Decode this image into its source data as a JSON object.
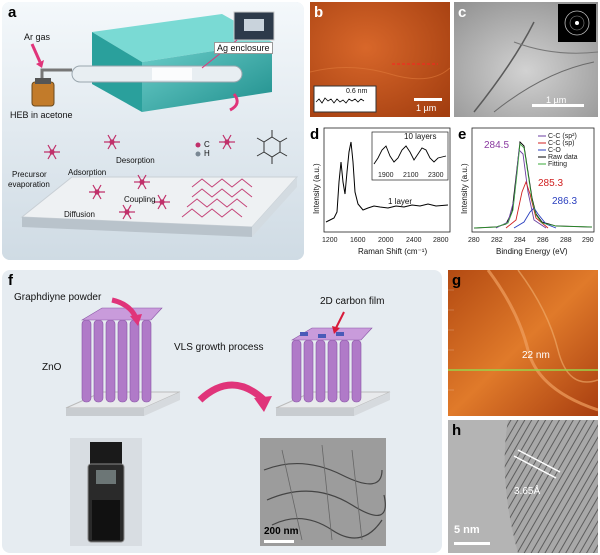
{
  "panel_a": {
    "label": "a",
    "ar_gas": "Ar gas",
    "ag_enclosure": "Ag enclosure",
    "heb": "HEB in acetone",
    "precursor": "Precursor",
    "evaporation": "evaporation",
    "adsorption": "Adsorption",
    "desorption": "Desorption",
    "diffusion": "Diffusion",
    "coupling": "Coupling",
    "legend_c": "C",
    "legend_h": "H"
  },
  "panel_b": {
    "label": "b",
    "profile": "0.6 nm",
    "scale": "1 µm"
  },
  "panel_c": {
    "label": "c",
    "scale": "1 µm"
  },
  "panel_d": {
    "label": "d",
    "ylabel": "Intensity (a.u.)",
    "xlabel": "Raman Shift (cm⁻¹)",
    "ticks": [
      "1200",
      "1600",
      "2000",
      "2400",
      "2800"
    ],
    "inset_title": "10 layers",
    "inset_ticks": [
      "1900",
      "2100",
      "2300"
    ],
    "curve_label": "1 layer"
  },
  "panel_e": {
    "label": "e",
    "ylabel": "Intensity (a.u.)",
    "xlabel": "Binding Energy (eV)",
    "ticks": [
      "280",
      "282",
      "284",
      "286",
      "288",
      "290"
    ],
    "legend": [
      "C-C (sp²)",
      "C-C (sp)",
      "C-O",
      "Raw data",
      "Fitting"
    ],
    "peak1": "284.5",
    "peak2": "285.3",
    "peak3": "286.3"
  },
  "panel_f": {
    "label": "f",
    "powder": "Graphdiyne powder",
    "vls": "VLS growth process",
    "film": "2D carbon film",
    "zno": "ZnO",
    "scale": "200 nm"
  },
  "panel_g": {
    "label": "g",
    "height": "22 nm"
  },
  "panel_h": {
    "label": "h",
    "spacing": "3.65Å",
    "scale": "5 nm"
  },
  "colors": {
    "afm_orange": "#c8531a",
    "zno_purple": "#b07ac8",
    "arrow_pink": "#e0347a",
    "molecule_pink": "#c0306a"
  }
}
